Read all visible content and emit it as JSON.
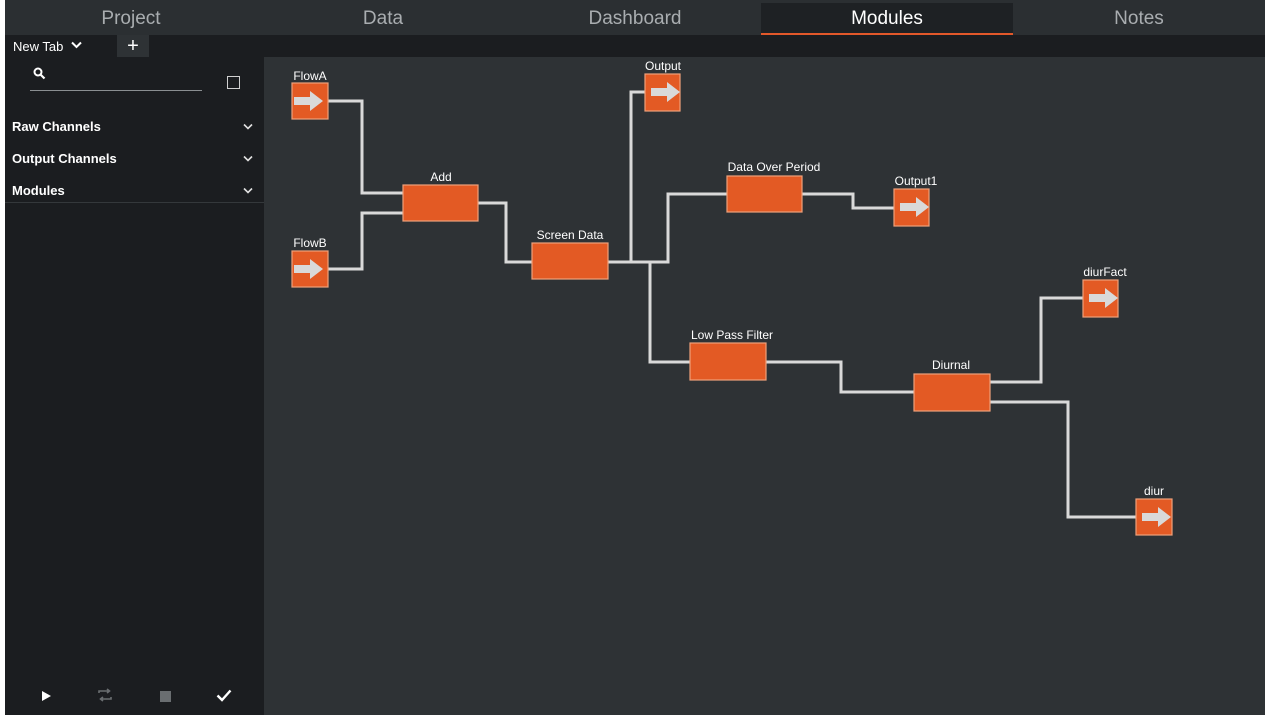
{
  "tabs": [
    {
      "label": "Project"
    },
    {
      "label": "Data"
    },
    {
      "label": "Dashboard"
    },
    {
      "label": "Modules"
    },
    {
      "label": "Notes"
    }
  ],
  "subtabs": {
    "label": "New Tab",
    "add_label": "+"
  },
  "sidebar": {
    "search": {
      "value": "",
      "placeholder": ""
    },
    "items": [
      {
        "label": "Raw Channels"
      },
      {
        "label": "Output Channels"
      },
      {
        "label": "Modules"
      }
    ],
    "controls": [
      {
        "icon": "play-icon"
      },
      {
        "icon": "repeat-icon"
      },
      {
        "icon": "stop-icon"
      },
      {
        "icon": "check-icon"
      }
    ]
  },
  "graph": {
    "nodes": [
      {
        "label": "FlowA"
      },
      {
        "label": "FlowB"
      },
      {
        "label": "Add"
      },
      {
        "label": "Screen Data"
      },
      {
        "label": "Output"
      },
      {
        "label": "Data Over Period"
      },
      {
        "label": "Output1"
      },
      {
        "label": "Low Pass Filter"
      },
      {
        "label": "Diurnal"
      },
      {
        "label": "diurFact"
      },
      {
        "label": "diur"
      }
    ]
  },
  "colors": {
    "accent": "#e2582a",
    "node": "#e35a24",
    "wire": "#d9d9d9"
  }
}
